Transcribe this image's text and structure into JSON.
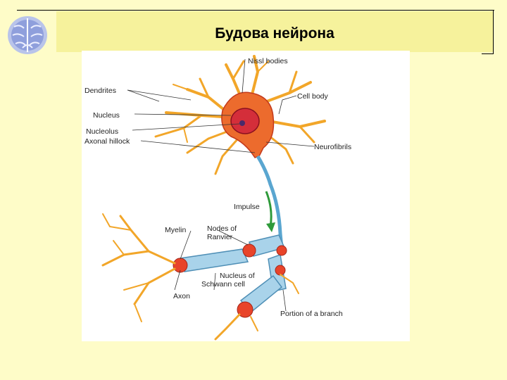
{
  "slide": {
    "title": "Будова нейрона"
  },
  "figure": {
    "labels": {
      "nissl_bodies": "Nissl bodies",
      "dendrites": "Dendrites",
      "nucleus": "Nucleus",
      "nucleolus": "Nucleolus",
      "axonal_hillock": "Axonal hillock",
      "cell_body": "Cell body",
      "neurofibrils": "Neurofibrils",
      "impulse": "Impulse",
      "myelin": "Myelin",
      "nodes_of_ranvier_1": "Nodes of",
      "nodes_of_ranvier_2": "Ranvier",
      "nucleus_of_schwann_1": "Nucleus of",
      "nucleus_of_schwann_2": "Schwann cell",
      "axon": "Axon",
      "portion_of_branch": "Portion of a branch"
    }
  },
  "colors": {
    "background": "#fefcc8",
    "title_bar": "#f6f29c",
    "dendrite": "#f2a629",
    "soma": "#e8442a",
    "myelin": "#a9d3ea"
  }
}
